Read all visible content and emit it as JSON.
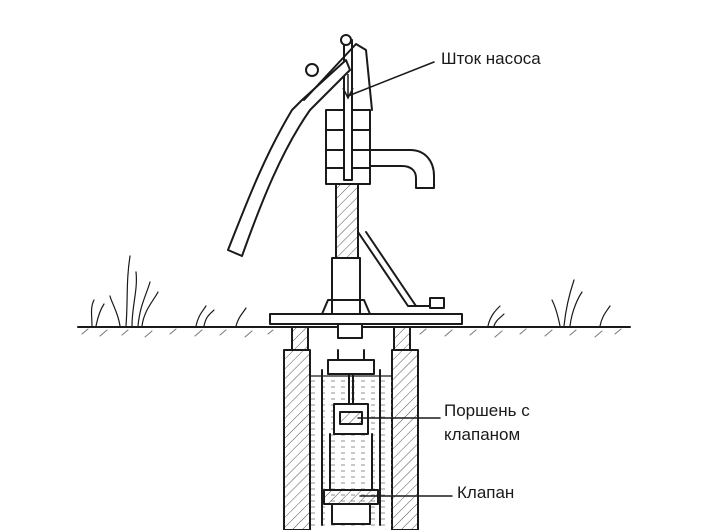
{
  "labels": {
    "pump_rod": "Шток насоса",
    "piston_line1": "Поршень с",
    "piston_line2": "клапаном",
    "valve": "Клапан"
  },
  "colors": {
    "ink": "#1a1a1a",
    "paper": "#ffffff",
    "water_hatch": "#7a7a7a"
  }
}
